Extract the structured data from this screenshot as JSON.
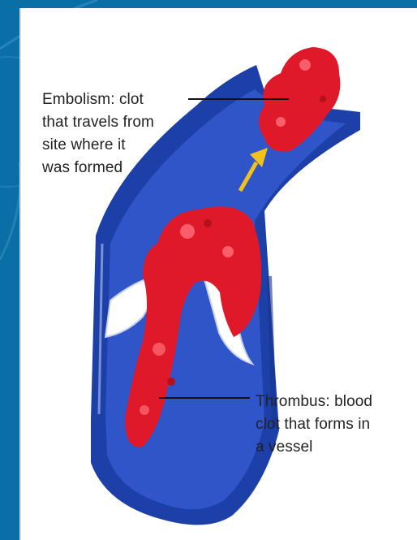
{
  "labels": {
    "embolism": [
      "Embolism: clot",
      "that travels from",
      "site where it",
      "was formed"
    ],
    "thrombus": [
      "Thrombus: blood",
      "clot that forms in",
      "a vessel"
    ]
  },
  "colors": {
    "background": "#0a6fa6",
    "panel": "#ffffff",
    "vessel_outer": "#1d3fa8",
    "vessel_inner": "#2f55c9",
    "clot": "#e0192a",
    "clot_highlight": "#ff6f7a",
    "arrow": "#f2c21b"
  },
  "icons": {
    "motion_arrow": "arrow-up-right-icon"
  }
}
